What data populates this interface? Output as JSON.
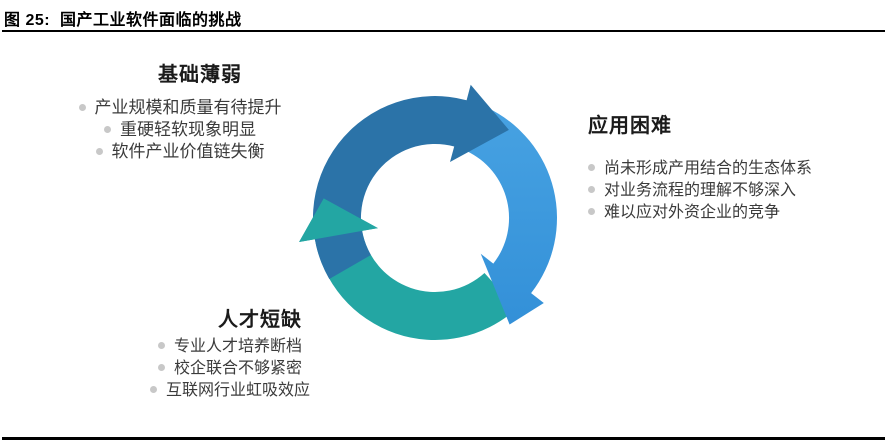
{
  "figure": {
    "title": "图 25:  国产工业软件面临的挑战"
  },
  "diagram": {
    "type": "cycle",
    "direction": "clockwise",
    "colors": {
      "dark_blue": "#2B73A8",
      "light_blue_top": "#47A2E2",
      "light_blue_bottom": "#3390D8",
      "teal": "#23A6A3",
      "bullet_dot": "#C8C8C8"
    },
    "sections": [
      {
        "id": "foundation",
        "title": "基础薄弱",
        "bullets": [
          "产业规模和质量有待提升",
          "重硬轻软现象明显",
          "软件产业价值链失衡"
        ]
      },
      {
        "id": "application",
        "title": "应用困难",
        "bullets": [
          "尚未形成产用结合的生态体系",
          "对业务流程的理解不够深入",
          "难以应对外资企业的竞争"
        ]
      },
      {
        "id": "talent",
        "title": "人才短缺",
        "bullets": [
          "专业人才培养断档",
          "校企联合不够紧密",
          "互联网行业虹吸效应"
        ]
      }
    ]
  }
}
